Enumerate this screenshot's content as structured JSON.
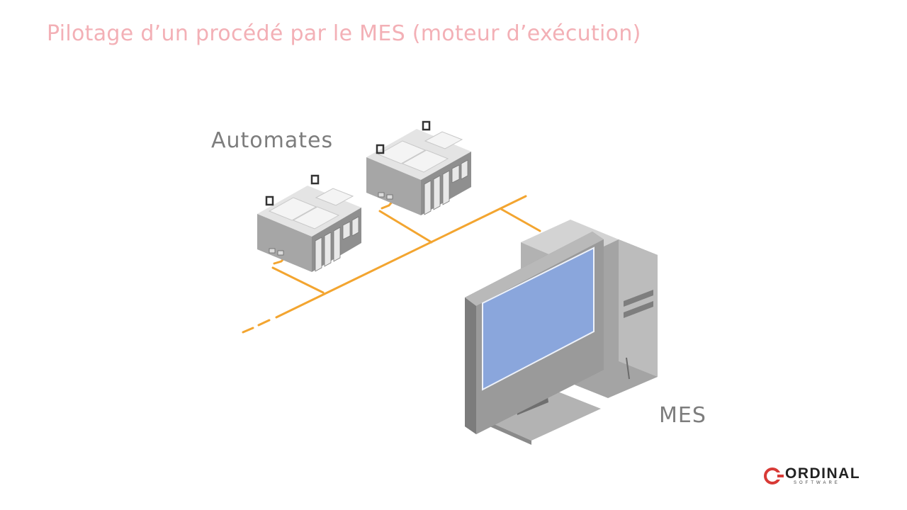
{
  "slide": {
    "title": "Pilotage d’un procédé par le MES (moteur d’exécution)"
  },
  "diagram": {
    "automates_label": "Automates",
    "mes_label": "MES"
  },
  "logo": {
    "name": "ORDINAL",
    "subtitle": "SOFTWARE"
  },
  "colors": {
    "title": "#f3b0b6",
    "network": "#f3a530",
    "screen": "#8aa6dc",
    "device_gray": "#a9a9a9"
  }
}
